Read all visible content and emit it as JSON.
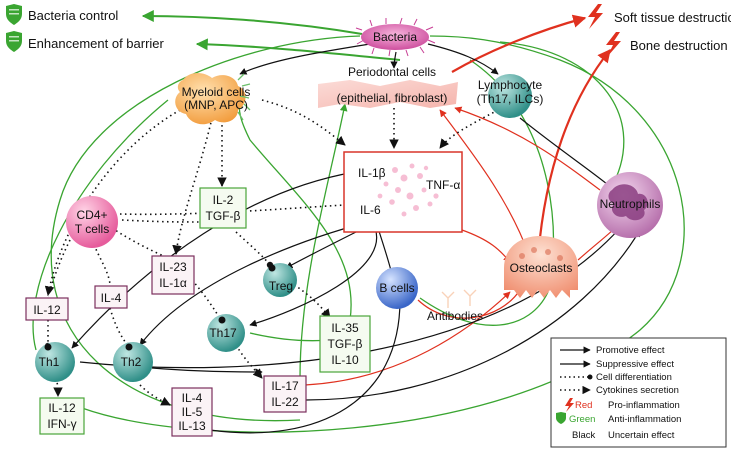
{
  "colors": {
    "promotive_red": "#e0311f",
    "anti_green": "#3aa531",
    "black": "#111111",
    "bacteria": "#d24aa3",
    "myeloid": "#f5b25c",
    "lymphocyte": "#4fa8a3",
    "neutrophil": "#a34e97",
    "osteoclast": "#f6b19b",
    "tcell": "#f07fb0",
    "teal_cell": "#43a79f",
    "bcell": "#3a66c8",
    "cytokine_box_red": "#d8352a",
    "box_green": "#4aa53a",
    "box_purple": "#7c2f5e"
  },
  "outcomes": {
    "bacteria_control": "Bacteria control",
    "enhancement_barrier": "Enhancement of barrier",
    "soft_tissue": "Soft tissue destruction",
    "bone": "Bone destruction"
  },
  "nodes": {
    "bacteria": "Bacteria",
    "myeloid_line1": "Myeloid cells",
    "myeloid_line2": "(MNP, APC)",
    "periodontal_line1": "Periodontal cells",
    "periodontal_line2": "(epithelial, fibroblast)",
    "lymphocyte_line1": "Lymphocyte",
    "lymphocyte_line2": "(Th17, ILCs)",
    "il1b": "IL-1β",
    "tnfa": "TNF-α",
    "il6": "IL-6",
    "neutrophils": "Neutrophils",
    "cd4_line1": "CD4+",
    "cd4_line2": "T cells",
    "il2": "IL-2",
    "tgfb": "TGF-β",
    "il23": "IL-23",
    "il1a": "IL-1α",
    "treg": "Treg",
    "bcells": "B cells",
    "osteoclasts": "Osteoclasts",
    "antibodies": "Antibodies",
    "il12": "IL-12",
    "il4": "IL-4",
    "th1": "Th1",
    "th2": "Th2",
    "th17": "Th17",
    "il35": "IL-35",
    "il35_tgfb": "TGF-β",
    "il10": "IL-10",
    "il17": "IL-17",
    "il22": "IL-22",
    "th2_il4": "IL-4",
    "th2_il5": "IL-5",
    "th2_il13": "IL-13",
    "th1_il12": "IL-12",
    "ifng": "IFN-γ"
  },
  "legend": {
    "promotive": "Promotive effect",
    "suppressive": "Suppressive effect",
    "differentiation": "Cell differentiation",
    "secretion": "Cytokines secretion",
    "red_key": "Red",
    "red_value": "Pro-inflammation",
    "green_key": "Green",
    "green_value": "Anti-inflammation",
    "black_key": "Black",
    "black_value": "Uncertain effect"
  },
  "icons": {
    "shield": "shield-icon",
    "lightning": "lightning-icon"
  }
}
